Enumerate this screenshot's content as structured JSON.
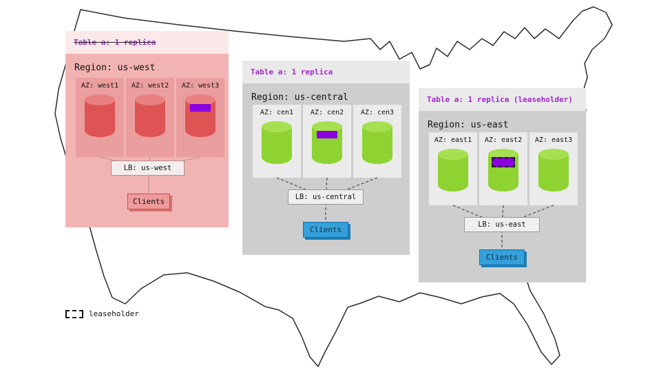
{
  "regions": [
    {
      "table_label": "Table a: 1 replica",
      "region_label": "Region: us-west",
      "azs": [
        "AZ: west1",
        "AZ: west2",
        "AZ: west3"
      ],
      "lb": "LB: us-west",
      "clients": "Clients",
      "replica_az_index": 2
    },
    {
      "table_label": "Table a: 1 replica",
      "region_label": "Region: us-central",
      "azs": [
        "AZ: cen1",
        "AZ: cen2",
        "AZ: cen3"
      ],
      "lb": "LB: us-central",
      "clients": "Clients",
      "replica_az_index": 1
    },
    {
      "table_label": "Table a: 1 replica (leaseholder)",
      "region_label": "Region: us-east",
      "azs": [
        "AZ: east1",
        "AZ: east2",
        "AZ: east3"
      ],
      "lb": "LB: us-east",
      "clients": "Clients",
      "replica_az_index": 1
    }
  ],
  "legend": {
    "label": "leaseholder"
  },
  "colors": {
    "accent_purple": "#8a00e0",
    "table_label_purple": "#a227cf",
    "west_body": "#f2b3b3",
    "west_az": "#eb9e9e",
    "west_cylinder": "#de5353",
    "gray_body": "#cecece",
    "gray_az": "#ebebeb",
    "green_cylinder": "#8ed331",
    "clients_blue": "#35a0da",
    "clients_pink": "#ef9a9a"
  }
}
